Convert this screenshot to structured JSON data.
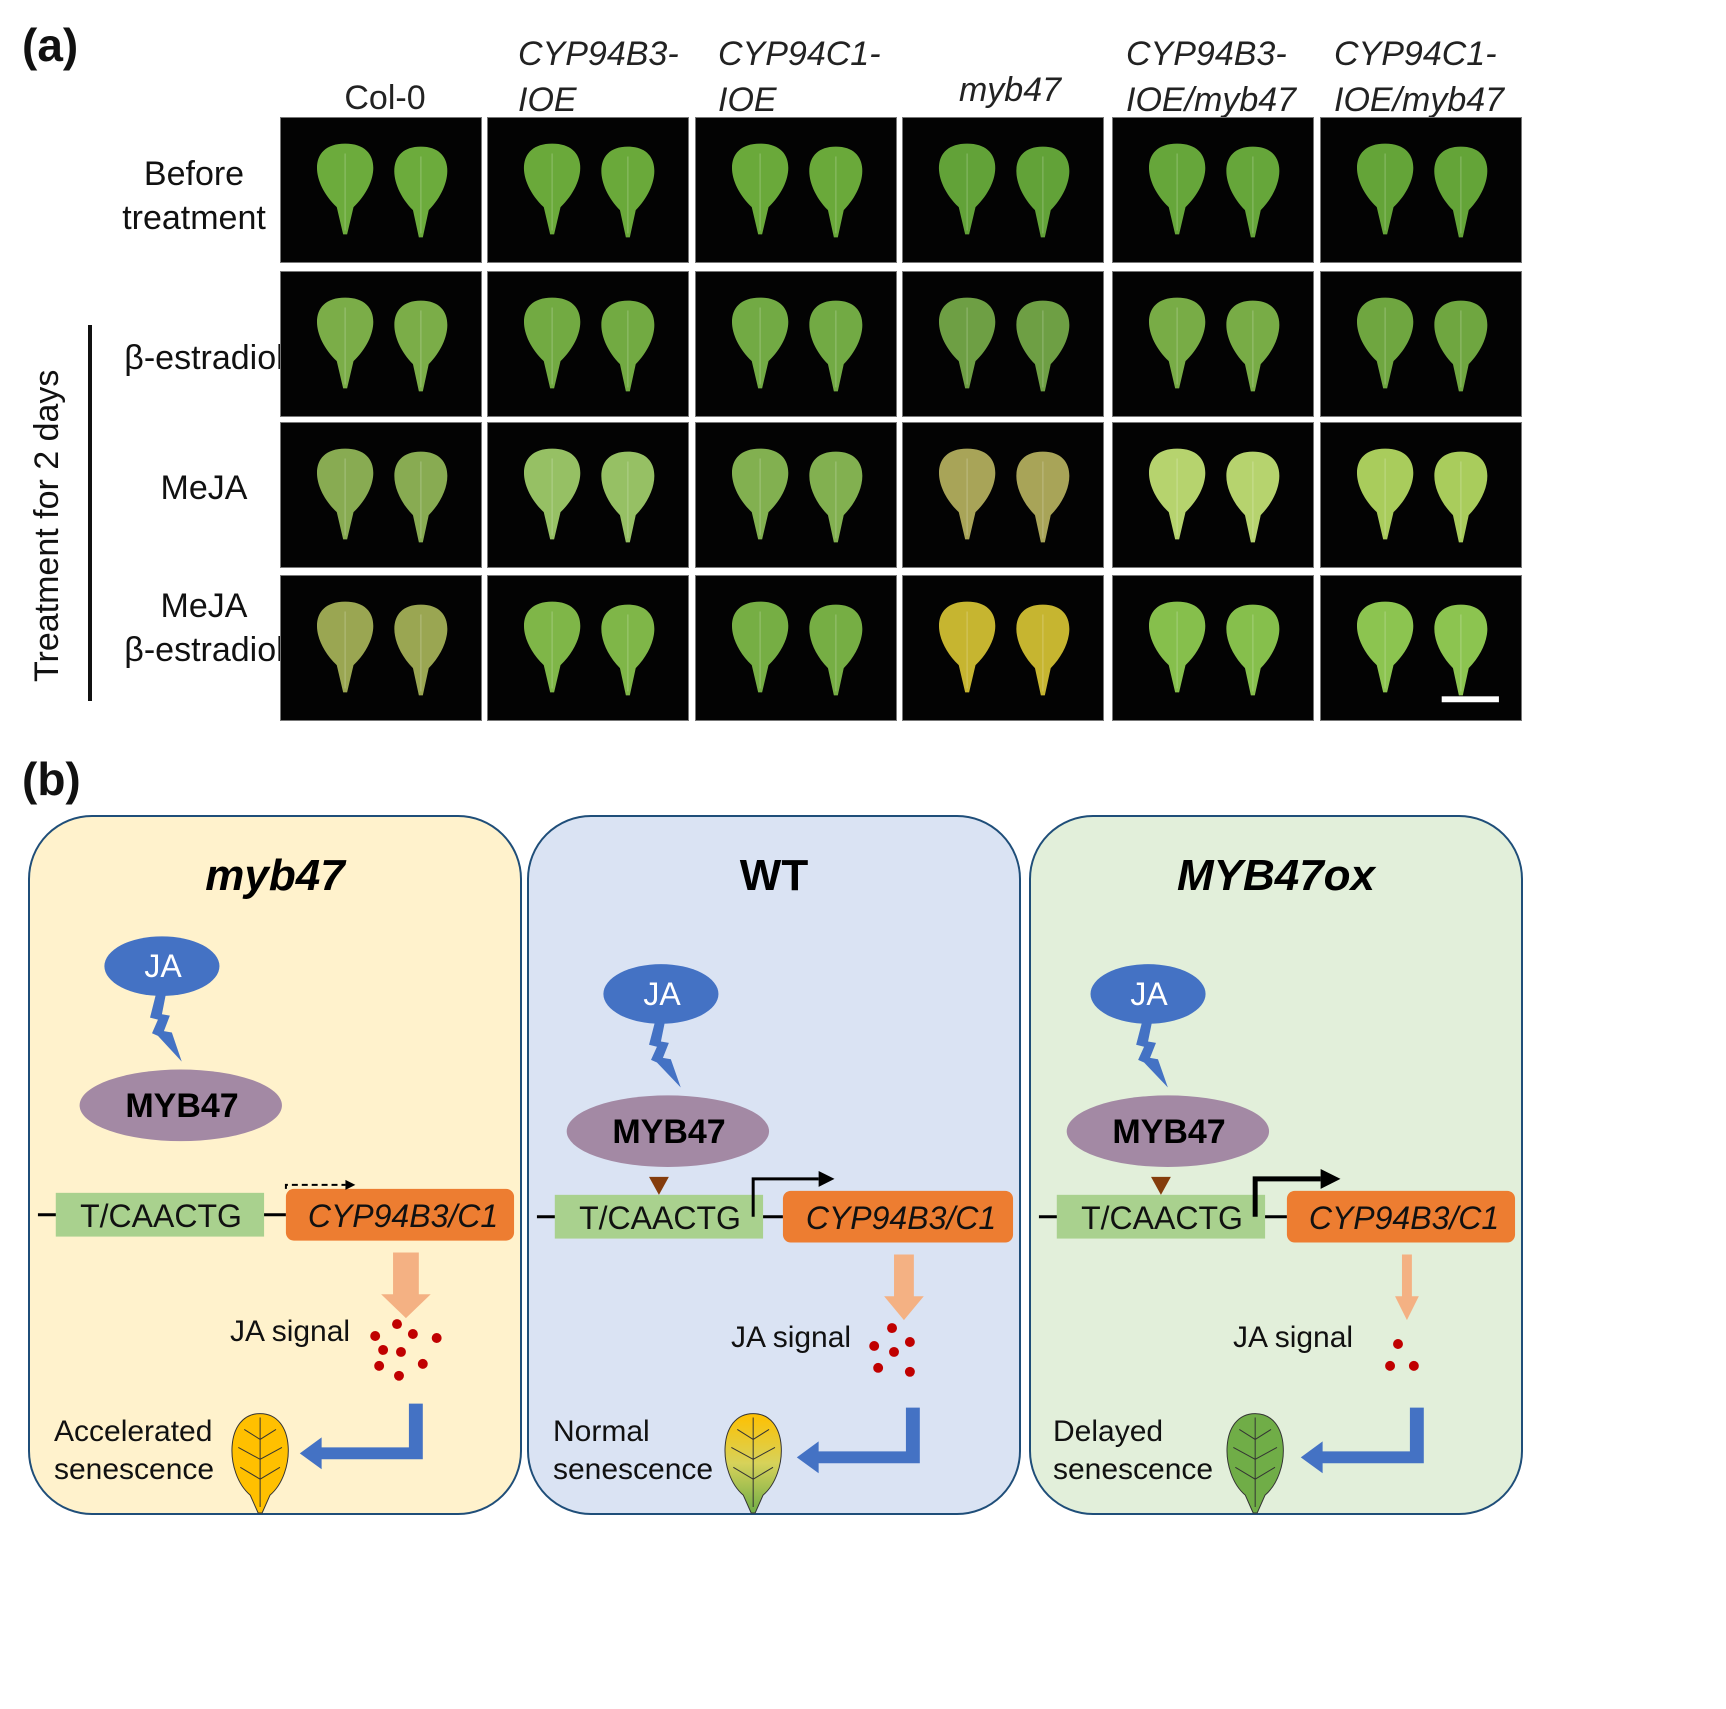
{
  "figure": {
    "panel_a_label": "(a)",
    "panel_b_label": "(b)"
  },
  "panel_a": {
    "columns": [
      {
        "line1": "",
        "line2": "Col-0",
        "italic": false
      },
      {
        "line1": "CYP94B3-",
        "line2": "IOE",
        "italic": true
      },
      {
        "line1": "CYP94C1-",
        "line2": "IOE",
        "italic": true
      },
      {
        "line1": "",
        "line2": "myb47",
        "italic": true
      },
      {
        "line1": "CYP94B3-",
        "line2": "IOE/myb47",
        "italic": true
      },
      {
        "line1": "CYP94C1-",
        "line2": "IOE/myb47",
        "italic": true
      }
    ],
    "rows": [
      {
        "line1": "Before",
        "line2": "treatment"
      },
      {
        "line1": "",
        "line2": "β-estradiol"
      },
      {
        "line1": "",
        "line2": "MeJA"
      },
      {
        "line1": "MeJA",
        "line2": "β-estradiol"
      }
    ],
    "group_label": "Treatment for 2 days",
    "leaf_colors": [
      [
        "#6cab3c",
        "#6aa93a",
        "#6aa93a",
        "#62a238",
        "#66a63a",
        "#64a438"
      ],
      [
        "#7bad48",
        "#72aa42",
        "#72aa44",
        "#6e9f44",
        "#78ac46",
        "#6fa640"
      ],
      [
        "#88ab52",
        "#96c064",
        "#82b050",
        "#a8a458",
        "#b6d36e",
        "#a9cc5c"
      ],
      [
        "#9aa652",
        "#7fb648",
        "#76ae44",
        "#c6b530",
        "#86bf4c",
        "#8cc450"
      ]
    ],
    "scale_bar": true
  },
  "panel_b": {
    "boxes": [
      {
        "title": "myb47",
        "title_italic": true,
        "background": "#fff2cc",
        "ja_label": "JA",
        "myb_label": "MYB47",
        "myb_binding": false,
        "motif_label": "T/CAACTG",
        "gene_label": "CYP94B3/C1",
        "transcription": "weak",
        "signal_label": "JA signal",
        "signal_level": "high",
        "outcome_line1": "Accelerated",
        "outcome_line2": "senescence",
        "leaf_state": "yellow"
      },
      {
        "title": "WT",
        "title_italic": false,
        "background": "#dae3f3",
        "ja_label": "JA",
        "myb_label": "MYB47",
        "myb_binding": true,
        "motif_label": "T/CAACTG",
        "gene_label": "CYP94B3/C1",
        "transcription": "normal",
        "signal_label": "JA signal",
        "signal_level": "medium",
        "outcome_line1": "Normal",
        "outcome_line2": "senescence",
        "leaf_state": "yellow-green"
      },
      {
        "title": "MYB47ox",
        "title_italic": true,
        "background": "#e2efda",
        "ja_label": "JA",
        "myb_label": "MYB47",
        "myb_binding": true,
        "motif_label": "T/CAACTG",
        "gene_label": "CYP94B3/C1",
        "transcription": "strong",
        "signal_label": "JA signal",
        "signal_level": "low",
        "outcome_line1": "Delayed",
        "outcome_line2": "senescence",
        "leaf_state": "green"
      }
    ],
    "colors": {
      "ja_ellipse": "#4472c4",
      "myb_ellipse": "#a389a4",
      "motif_box": "#a9d18e",
      "gene_box": "#ed7d31",
      "down_arrow": "#f4b183",
      "return_arrow": "#4472c4",
      "signal_dot": "#c00000",
      "binding_triangle": "#843c0c",
      "box_border": "#1f4e79"
    }
  }
}
